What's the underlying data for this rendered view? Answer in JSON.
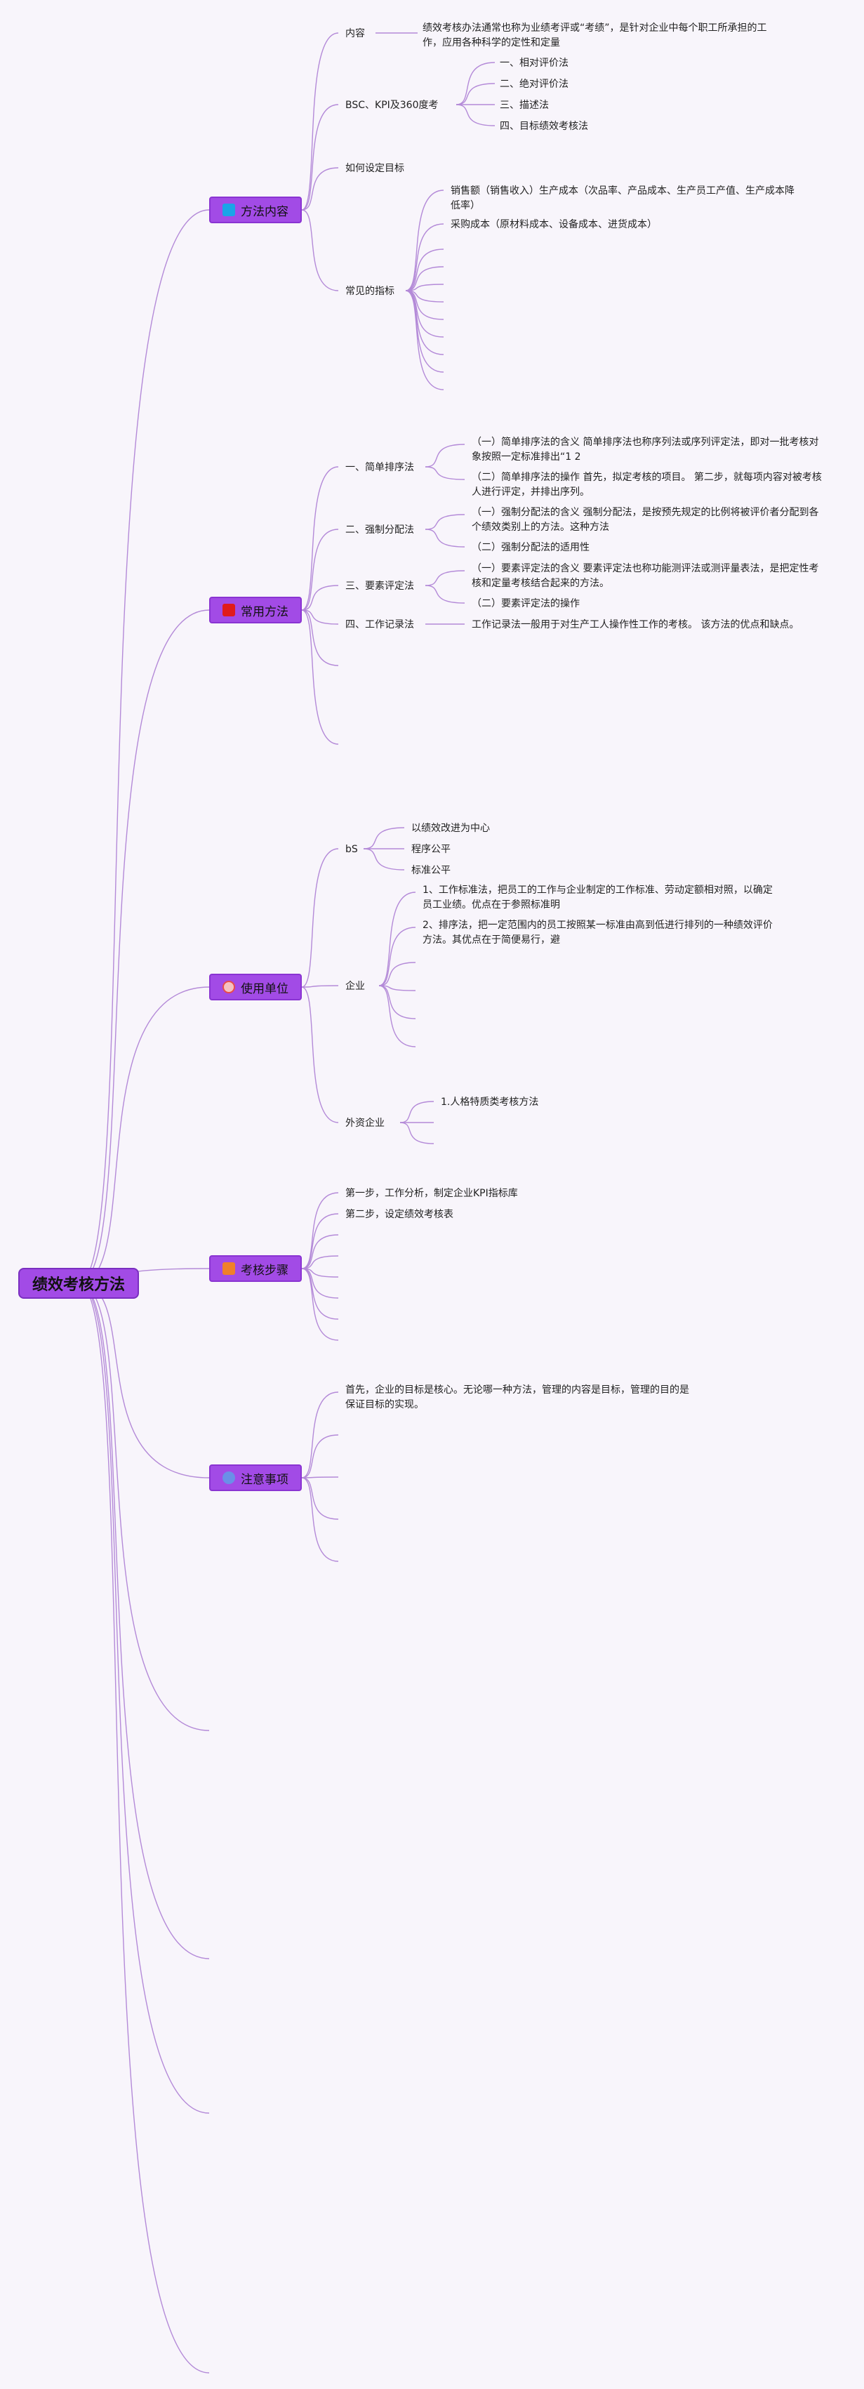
{
  "root": {
    "label": "绩效考核方法"
  },
  "topics": [
    {
      "label": "方法内容",
      "icon": "square-icon",
      "color": "#1aa4e8"
    },
    {
      "label": "常用方法",
      "icon": "flag-icon",
      "color": "#e01b1b"
    },
    {
      "label": "使用单位",
      "icon": "alarm-icon",
      "color": "#e84b4b"
    },
    {
      "label": "考核步骤",
      "icon": "pencil-icon",
      "color": "#f0802a"
    },
    {
      "label": "注意事项",
      "icon": "globe-icon",
      "color": "#6a8fe8"
    }
  ],
  "t1": {
    "neirong": "内容",
    "neirong_text": "绩效考核办法通常也称为业绩考评或“考绩”，是针对企业中每个职工所承担的工作，应用各种科学的定性和定量",
    "bsc": "BSC、KPI及360度考",
    "bsc_items": [
      "一、相对评价法",
      "二、绝对评价法",
      "三、描述法",
      "四、目标绩效考核法"
    ],
    "mubiao": "如何设定目标",
    "zhibiao": "常见的指标",
    "zhibiao_1": "销售额（销售收入）生产成本（次品率、产品成本、生产员工产值、生产成本降低率）",
    "zhibiao_2": "采购成本（原材料成本、设备成本、进货成本）"
  },
  "t2": {
    "a": "一、简单排序法",
    "a1": "（一）简单排序法的含义 简单排序法也称序列法或序列评定法，即对一批考核对象按照一定标准排出“1 2",
    "a2": "（二）简单排序法的操作 首先，拟定考核的项目。 第二步，就每项内容对被考核人进行评定，并排出序列。",
    "b": "二、强制分配法",
    "b1": "（一）强制分配法的含义 强制分配法，是按预先规定的比例将被评价者分配到各个绩效类别上的方法。这种方法",
    "b2": "（二）强制分配法的适用性",
    "c": "三、要素评定法",
    "c1": "（一）要素评定法的含义 要素评定法也称功能测评法或测评量表法，是把定性考核和定量考核结合起来的方法。",
    "c2": "（二）要素评定法的操作",
    "d": "四、工作记录法",
    "d1": "工作记录法一般用于对生产工人操作性工作的考核。 该方法的优点和缺点。"
  },
  "t3": {
    "bs": "bS",
    "bs_items": [
      "以绩效改进为中心",
      "程序公平",
      "标准公平"
    ],
    "qiye": "企业",
    "qiye_1": "1、工作标准法，把员工的工作与企业制定的工作标准、劳动定额相对照，以确定员工业绩。优点在于参照标准明",
    "qiye_2": "2、排序法，把一定范围内的员工按照某一标准由高到低进行排列的一种绩效评价方法。其优点在于简便易行，避",
    "waizi": "外资企业",
    "waizi_1": "1.人格特质类考核方法"
  },
  "t4": {
    "step1": "第一步，工作分析，制定企业KPI指标库",
    "step2": "第二步，设定绩效考核表"
  },
  "t5": {
    "note1": "首先，企业的目标是核心。无论哪一种方法，管理的内容是目标，管理的目的是保证目标的实现。"
  }
}
